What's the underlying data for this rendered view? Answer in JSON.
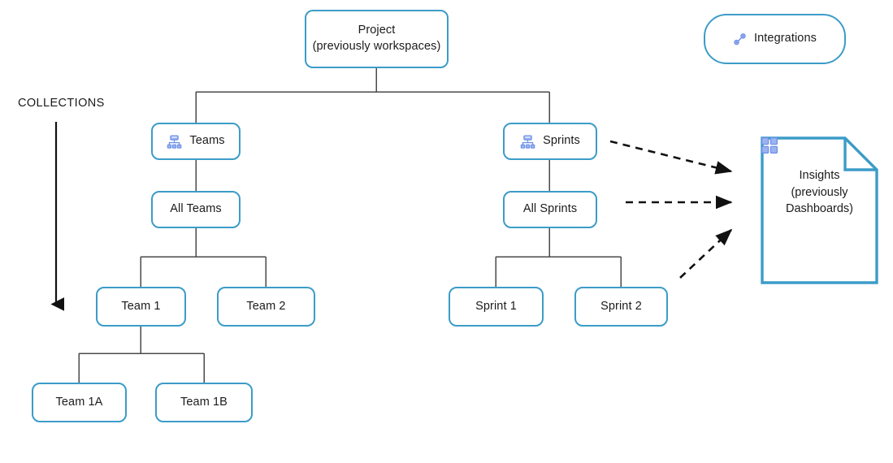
{
  "diagram": {
    "title_caption": "COLLECTIONS",
    "colors": {
      "node_border": "#3C9CC8",
      "connector_line": "#4a4a4a",
      "arrow_dashed": "#111111",
      "icon_blue": "#6C8FE8",
      "icon_blue_light": "#9BB4F0",
      "text": "#1b1b1b",
      "background": "#ffffff"
    },
    "nodes": {
      "project": {
        "label": "Project\n(previously workspaces)",
        "shape": "rounded-rect"
      },
      "integrations": {
        "label": "Integrations",
        "icon": "link-nodes-icon",
        "shape": "pill"
      },
      "teams": {
        "label": "Teams",
        "icon": "sitemap-icon",
        "shape": "rounded-rect"
      },
      "sprints": {
        "label": "Sprints",
        "icon": "sitemap-icon",
        "shape": "rounded-rect"
      },
      "all_teams": {
        "label": "All Teams",
        "shape": "rounded-rect"
      },
      "all_sprints": {
        "label": "All Sprints",
        "shape": "rounded-rect"
      },
      "team_1": {
        "label": "Team 1",
        "shape": "rounded-rect"
      },
      "team_2": {
        "label": "Team 2",
        "shape": "rounded-rect"
      },
      "team_1a": {
        "label": "Team 1A",
        "shape": "rounded-rect"
      },
      "team_1b": {
        "label": "Team 1B",
        "shape": "rounded-rect"
      },
      "sprint_1": {
        "label": "Sprint 1",
        "shape": "rounded-rect"
      },
      "sprint_2": {
        "label": "Sprint 2",
        "shape": "rounded-rect"
      },
      "insights": {
        "label": "Insights\n(previously\nDashboards)",
        "icon": "dashboard-grid-icon",
        "shape": "document-folded-corner"
      }
    },
    "edges": [
      {
        "from": "project",
        "to": "teams",
        "style": "solid"
      },
      {
        "from": "project",
        "to": "sprints",
        "style": "solid"
      },
      {
        "from": "teams",
        "to": "all_teams",
        "style": "solid"
      },
      {
        "from": "all_teams",
        "to": "team_1",
        "style": "solid"
      },
      {
        "from": "all_teams",
        "to": "team_2",
        "style": "solid"
      },
      {
        "from": "team_1",
        "to": "team_1a",
        "style": "solid"
      },
      {
        "from": "team_1",
        "to": "team_1b",
        "style": "solid"
      },
      {
        "from": "sprints",
        "to": "all_sprints",
        "style": "solid"
      },
      {
        "from": "all_sprints",
        "to": "sprint_1",
        "style": "solid"
      },
      {
        "from": "all_sprints",
        "to": "sprint_2",
        "style": "solid"
      },
      {
        "from": "sprints",
        "to": "insights",
        "style": "dashed-arrow"
      },
      {
        "from": "all_sprints",
        "to": "insights",
        "style": "dashed-arrow"
      },
      {
        "from": "sprint_2",
        "to": "insights",
        "style": "dashed-arrow"
      }
    ],
    "collections_arrow": {
      "label": "COLLECTIONS",
      "direction": "down"
    }
  }
}
